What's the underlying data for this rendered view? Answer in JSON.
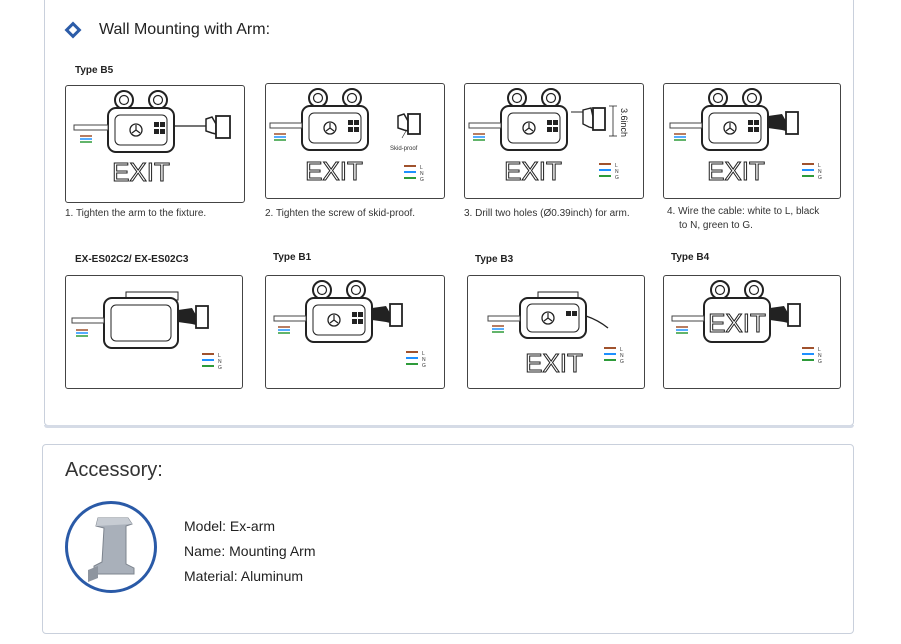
{
  "section": {
    "title": "Wall Mounting with Arm:",
    "row1_type_label": "Type B5",
    "steps": [
      {
        "caption": "1. Tighten the arm to the fixture."
      },
      {
        "caption": "2. Tighten the screw of skid-proof.",
        "note": "Skid-proof"
      },
      {
        "caption": "3. Drill two holes (Ø0.39inch) for arm.",
        "dimension": "3.6inch"
      },
      {
        "caption": "4. Wire the cable: white to L, black",
        "caption2": "to N, green to G."
      }
    ],
    "row2": [
      {
        "label": "EX-ES02C2/ EX-ES02C3"
      },
      {
        "label": "Type B1"
      },
      {
        "label": "Type B3"
      },
      {
        "label": "Type B4"
      }
    ],
    "exit_text": "EXIT",
    "wires": [
      {
        "label": "L",
        "color": "#a0522d"
      },
      {
        "label": "N",
        "color": "#1e90ff"
      },
      {
        "label": "G",
        "color": "#2e9b3a"
      }
    ]
  },
  "accessory": {
    "title": "Accessory:",
    "model": "Model: Ex-arm",
    "name": "Name: Mounting Arm",
    "material": "Material: Aluminum"
  },
  "colors": {
    "accent": "#2c5ca8",
    "panel_border": "#c9d0dc"
  }
}
